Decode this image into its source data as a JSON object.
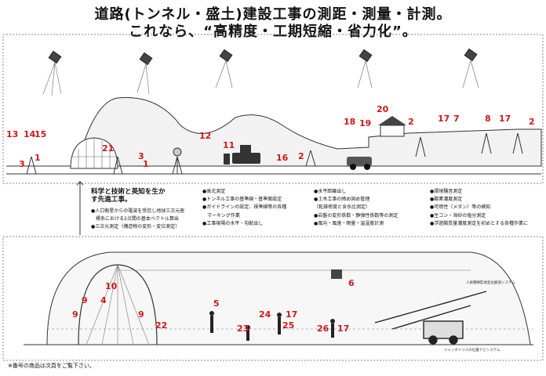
{
  "title": {
    "line1": "道路(トンネル・盛土)建設工事の測距・測量・計測。",
    "line2": "これなら、“高精度・工期短縮・省力化”。"
  },
  "intro": {
    "heading_line1": "科学と技術と英知を生か",
    "heading_line2": "す先進工事。",
    "bullets": [
      "●人口衛星からの電波を受信し地球三次元座",
      "　標系における2点間の基本ベクトル算出",
      "●三次元測定（構造物の変形・変位測定）"
    ]
  },
  "features": {
    "col1": [
      "●高北測定",
      "●トンネル工事の基準線・基準面設定",
      "●ガイドラインの設定、視準線等の各種",
      "　マーキング作業",
      "●工事現場の水平・勾配出し"
    ],
    "col2": [
      "●水平距離出し",
      "●土木工事の締め固め管理",
      "（乾燥密度と含水比測定）",
      "●岩盤の変形係数・静弾性係数等の測定",
      "●風向・風速・雨量・温湿度計測"
    ],
    "col3": [
      "●環境騒音測定",
      "●酸素濃度測定",
      "●可燃性（メタン）等の検知",
      "●生コン・海砂の塩分測定",
      "●浮遊酸質量濃度測定を初めとする各種作業に"
    ]
  },
  "tunnel_labels": {
    "monitor": "人員種類監視変位観測システム",
    "jumbo": "ジャンボドリルの位置ナビシステム"
  },
  "footnote": "※番号の商品は次頁をご覧下さい。",
  "callout_numbers_top": [
    "13",
    "14",
    "15",
    "1",
    "3",
    "21",
    "3",
    "1",
    "12",
    "11",
    "16",
    "2",
    "18",
    "19",
    "20",
    "2",
    "17",
    "7",
    "8",
    "17",
    "2"
  ],
  "callout_numbers_bottom": [
    "10",
    "9",
    "4",
    "9",
    "9",
    "22",
    "5",
    "23",
    "24",
    "25",
    "17",
    "26",
    "17",
    "6"
  ],
  "colors": {
    "callout": "#d01818",
    "line": "#222222",
    "hill": "#555555"
  },
  "icons": [
    "satellite-icon",
    "surveyor-icon",
    "tripod-icon",
    "tunnel-icon",
    "bulldozer-icon",
    "car-icon",
    "house-icon",
    "jumbo-drill-icon"
  ]
}
